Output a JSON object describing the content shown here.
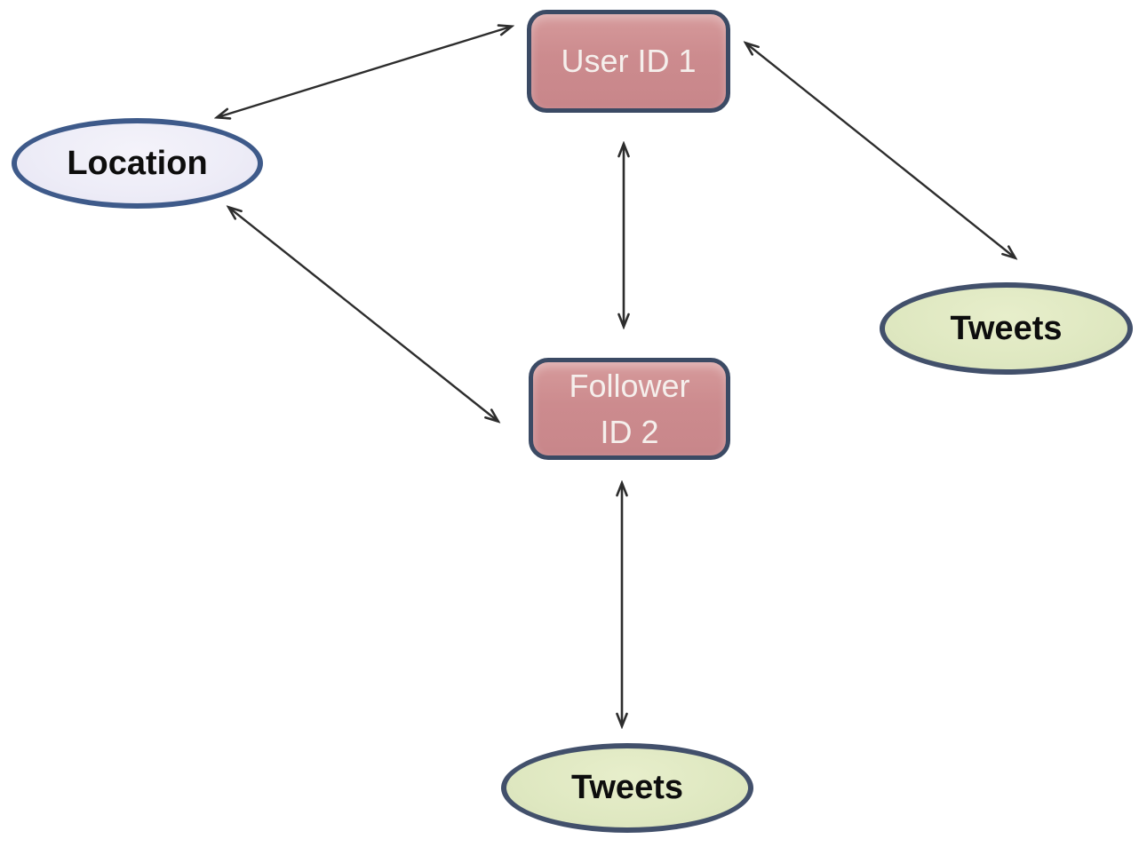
{
  "diagram": {
    "description": "Entity relationship diagram linking Twitter user, follower, location and tweets",
    "background_color": "#ffffff",
    "arrow_color": "#2d2d2d",
    "nodes": {
      "user_id_1": {
        "label": "User ID 1",
        "shape": "rounded-rectangle",
        "fill": "#cc8b8e",
        "border": "#3b4a64",
        "text_color": "#f5efec"
      },
      "location": {
        "label": "Location",
        "shape": "ellipse",
        "fill": "#edecf7",
        "border": "#3e5a8a",
        "text_color": "#0d0d0d"
      },
      "tweets_right": {
        "label": "Tweets",
        "shape": "ellipse",
        "fill": "#dfe8c1",
        "border": "#42506b",
        "text_color": "#0d0d0d"
      },
      "follower_id_2": {
        "label": "Follower ID 2",
        "line1": "Follower",
        "line2": "ID 2",
        "shape": "rounded-rectangle",
        "fill": "#cc8b8e",
        "border": "#3b4a64",
        "text_color": "#f5efec"
      },
      "tweets_bottom": {
        "label": "Tweets",
        "shape": "ellipse",
        "fill": "#dfe8c1",
        "border": "#42506b",
        "text_color": "#0d0d0d"
      }
    },
    "edges": [
      {
        "from": "location",
        "to": "user_id_1",
        "direction": "bidirectional"
      },
      {
        "from": "user_id_1",
        "to": "follower_id_2",
        "direction": "bidirectional"
      },
      {
        "from": "user_id_1",
        "to": "tweets_right",
        "direction": "bidirectional"
      },
      {
        "from": "location",
        "to": "follower_id_2",
        "direction": "bidirectional"
      },
      {
        "from": "follower_id_2",
        "to": "tweets_bottom",
        "direction": "bidirectional"
      }
    ]
  }
}
